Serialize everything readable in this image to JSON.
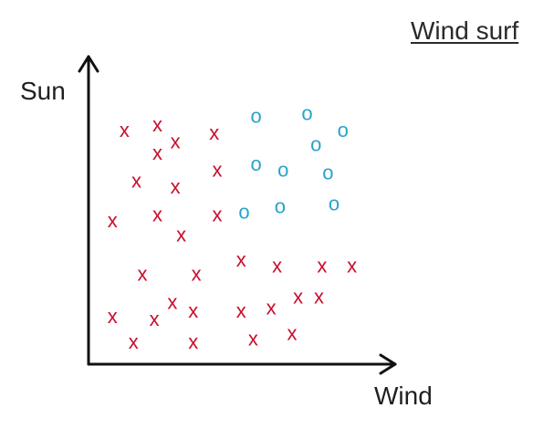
{
  "chart_data": {
    "type": "scatter",
    "title": "Wind surf",
    "xlabel": "Wind",
    "ylabel": "Sun",
    "xlim": [
      0,
      10
    ],
    "ylim": [
      0,
      10
    ],
    "grid": false,
    "series": [
      {
        "marker": "x",
        "color": "#c8102e",
        "points": [
          [
            1.2,
            8.3
          ],
          [
            2.3,
            8.5
          ],
          [
            2.9,
            7.9
          ],
          [
            4.2,
            8.2
          ],
          [
            2.3,
            7.5
          ],
          [
            1.6,
            6.5
          ],
          [
            2.9,
            6.3
          ],
          [
            4.3,
            6.9
          ],
          [
            0.8,
            5.1
          ],
          [
            2.3,
            5.3
          ],
          [
            3.1,
            4.6
          ],
          [
            4.3,
            5.3
          ],
          [
            1.8,
            3.2
          ],
          [
            3.6,
            3.2
          ],
          [
            5.1,
            3.7
          ],
          [
            6.3,
            3.5
          ],
          [
            7.8,
            3.5
          ],
          [
            8.8,
            3.5
          ],
          [
            0.8,
            1.7
          ],
          [
            1.5,
            0.8
          ],
          [
            2.2,
            1.6
          ],
          [
            2.8,
            2.2
          ],
          [
            3.5,
            1.9
          ],
          [
            3.5,
            0.8
          ],
          [
            5.1,
            1.9
          ],
          [
            5.5,
            0.9
          ],
          [
            6.1,
            2.0
          ],
          [
            7.0,
            2.4
          ],
          [
            7.7,
            2.4
          ],
          [
            6.8,
            1.1
          ]
        ]
      },
      {
        "marker": "o",
        "color": "#2aa3c9",
        "points": [
          [
            5.6,
            8.8
          ],
          [
            7.3,
            8.9
          ],
          [
            8.5,
            8.3
          ],
          [
            7.6,
            7.8
          ],
          [
            5.6,
            7.1
          ],
          [
            6.5,
            6.9
          ],
          [
            8.0,
            6.8
          ],
          [
            8.2,
            5.7
          ],
          [
            5.2,
            5.4
          ],
          [
            6.4,
            5.6
          ]
        ]
      }
    ]
  }
}
